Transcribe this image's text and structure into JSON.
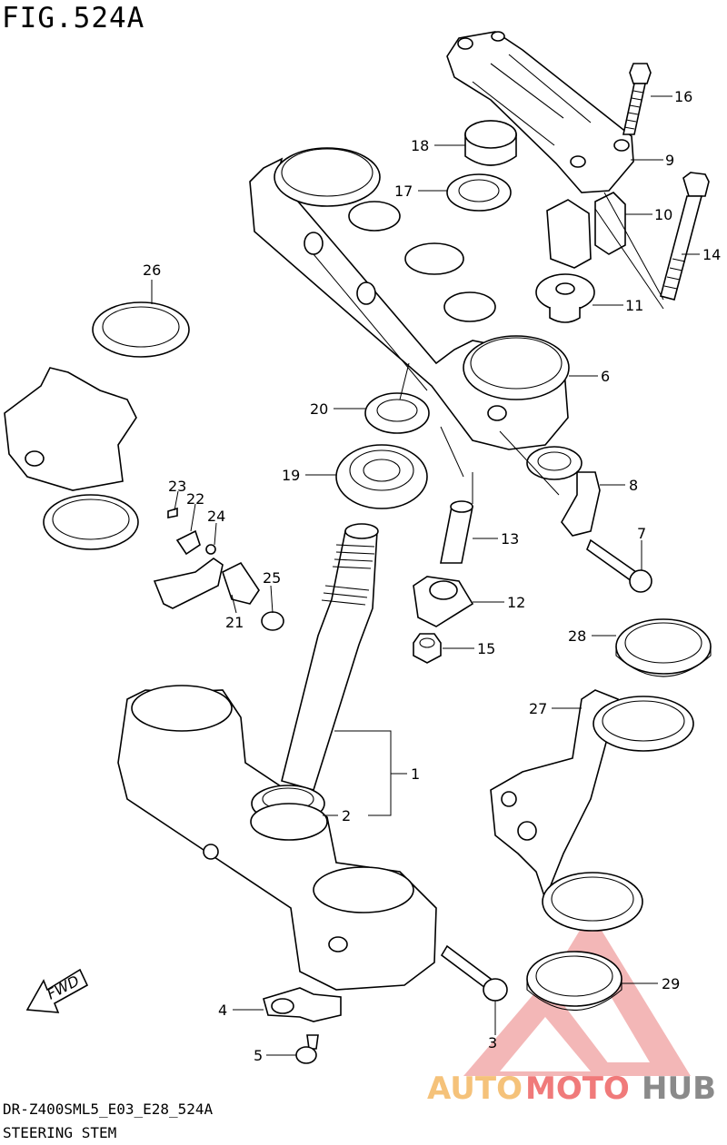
{
  "figure": {
    "title": "FIG.524A",
    "code": "DR-Z400SML5_E03_E28_524A",
    "name": "STEERING STEM"
  },
  "fwd_label": "FWD",
  "callouts": [
    "1",
    "2",
    "3",
    "4",
    "5",
    "6",
    "7",
    "8",
    "9",
    "10",
    "11",
    "12",
    "13",
    "14",
    "15",
    "16",
    "17",
    "18",
    "19",
    "20",
    "21",
    "22",
    "23",
    "24",
    "25",
    "26",
    "27",
    "28",
    "29"
  ],
  "watermark": {
    "part1": "AUTO",
    "part2": "MOTO",
    "part3": "HUB",
    "colors": {
      "triangle": "#f0a0a0",
      "auto": "#f5c27a",
      "moto": "#f07a7a",
      "hub": "#8a8a8a"
    }
  }
}
